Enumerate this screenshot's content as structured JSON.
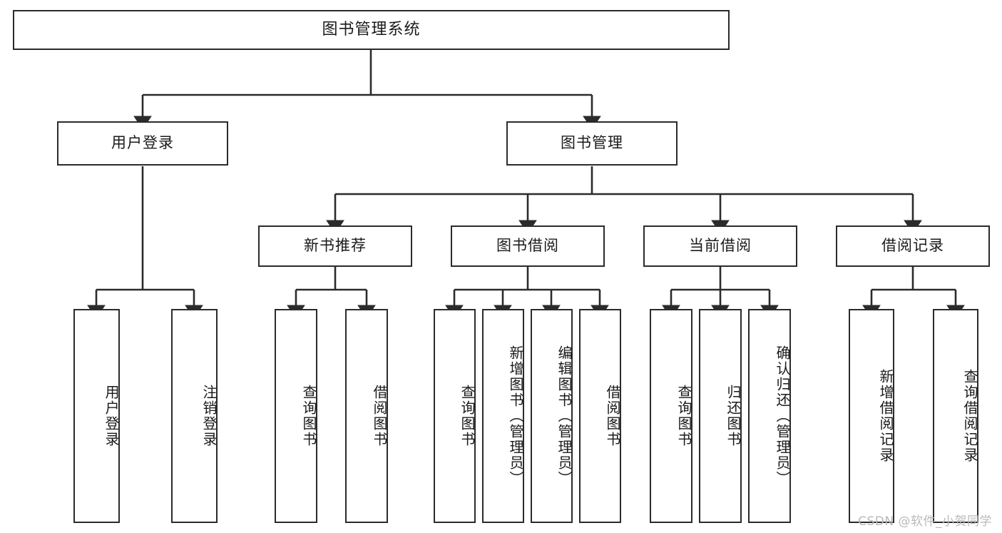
{
  "diagram": {
    "type": "tree",
    "title": "图书管理系统",
    "root": {
      "label": "图书管理系统"
    },
    "level2": [
      {
        "label": "用户登录"
      },
      {
        "label": "图书管理"
      }
    ],
    "level3": [
      {
        "label": "新书推荐"
      },
      {
        "label": "图书借阅"
      },
      {
        "label": "当前借阅"
      },
      {
        "label": "借阅记录"
      }
    ],
    "leaves": {
      "user_login": [
        {
          "label": "用户登录"
        },
        {
          "label": "注销登录"
        }
      ],
      "new_book": [
        {
          "label": "查询图书"
        },
        {
          "label": "借阅图书"
        }
      ],
      "book_borrow": [
        {
          "label": "查询图书"
        },
        {
          "label": "新增图书（管理员）"
        },
        {
          "label": "编辑图书（管理员）"
        },
        {
          "label": "借阅图书"
        }
      ],
      "current_borrow": [
        {
          "label": "查询图书"
        },
        {
          "label": "归还图书"
        },
        {
          "label": "确认归还（管理员）"
        }
      ],
      "borrow_record": [
        {
          "label": "新增借阅记录"
        },
        {
          "label": "查询借阅记录"
        }
      ]
    },
    "colors": {
      "stroke": "#2b2b2b",
      "fill": "#ffffff",
      "text": "#1a1a1a",
      "watermark": "#b9b9b9"
    }
  },
  "watermark": {
    "text": "CSDN @软件_小贺同学"
  }
}
